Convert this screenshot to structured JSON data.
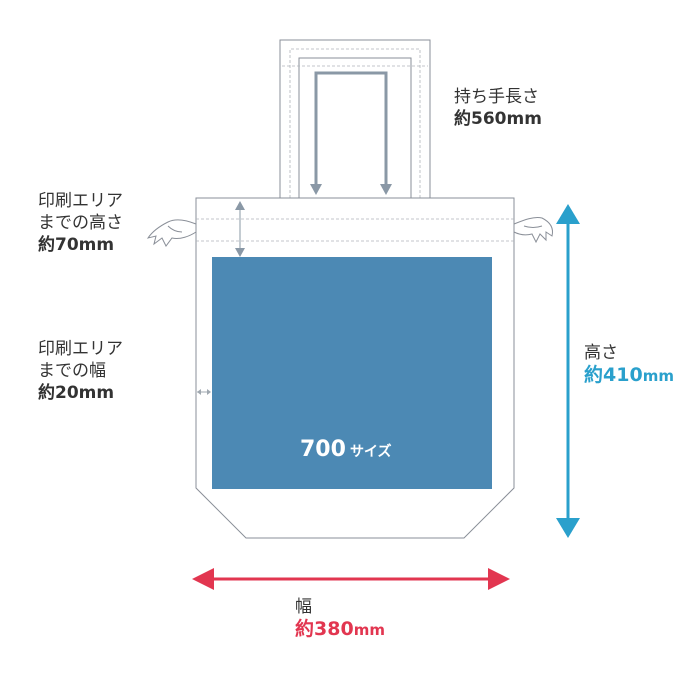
{
  "colors": {
    "print_area": "#4c89b4",
    "height_arrow": "#2aa0cc",
    "width_arrow": "#e23650",
    "outline": "#8a8f98",
    "handle_arrow": "#8a98a6",
    "text": "#333333"
  },
  "handle": {
    "label": "持ち手長さ",
    "value": "約560mm"
  },
  "top_margin": {
    "line1": "印刷エリア",
    "line2": "までの高さ",
    "value": "約70mm"
  },
  "side_margin": {
    "line1": "印刷エリア",
    "line2": "までの幅",
    "value": "約20mm"
  },
  "height": {
    "label": "高さ",
    "prefix": "約",
    "number": "410",
    "unit": "mm"
  },
  "width": {
    "label": "幅",
    "prefix": "約",
    "number": "380",
    "unit": "mm"
  },
  "print_area": {
    "number": "700",
    "suffix": "サイズ"
  }
}
